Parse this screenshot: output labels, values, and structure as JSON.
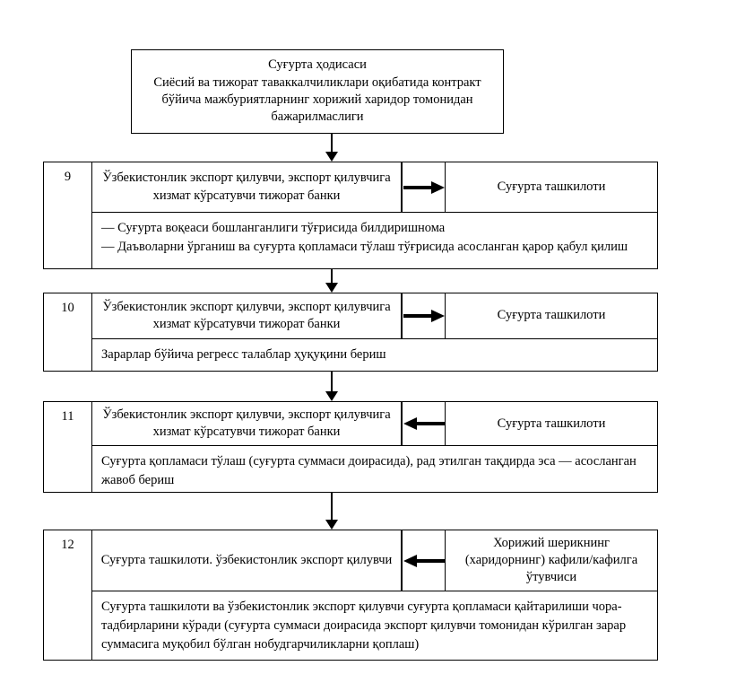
{
  "event_box": {
    "title": "Суғурта ҳодисаси",
    "description": "Сиёсий ва тижорат таваккалчиликлари оқибатида контракт бўйича мажбуриятларнинг хорижий харидор томонидан бажарилмаслиги"
  },
  "steps": [
    {
      "number": "9",
      "actor_left": "Ўзбекистонлик экспорт қилувчи, экспорт қилувчига хизмат кўрсатувчи тижорат банки",
      "arrow_direction": "right",
      "actor_right": "Суғурта ташкилоти",
      "description_lines": [
        "— Суғурта воқеаси бошланганлиги тўғрисида билдиришнома",
        "— Даъволарни ўрганиш ва суғурта қопламаси тўлаш тўғрисида асосланган қарор қабул қилиш"
      ]
    },
    {
      "number": "10",
      "actor_left": "Ўзбекистонлик экспорт қилувчи, экспорт қилувчига хизмат кўрсатувчи тижорат банки",
      "arrow_direction": "right",
      "actor_right": "Суғурта ташкилоти",
      "description_lines": [
        "Зарарлар бўйича регресс талаблар ҳуқуқини бериш"
      ]
    },
    {
      "number": "11",
      "actor_left": "Ўзбекистонлик экспорт қилувчи, экспорт қилувчига хизмат кўрсатувчи тижорат банки",
      "arrow_direction": "left",
      "actor_right": "Суғурта ташкилоти",
      "description_lines": [
        "Суғурта қопламаси тўлаш (суғурта суммаси доирасида), рад этилган тақдирда эса — асосланган жавоб бериш"
      ]
    },
    {
      "number": "12",
      "actor_left": "Суғурта ташкилоти. ўзбекистонлик экспорт қилувчи",
      "arrow_direction": "left",
      "actor_right": "Хорижий шерикнинг (харидорнинг) кафили/кафилга ўтувчиси",
      "description_lines": [
        "Суғурта ташкилоти ва ўзбекистонлик экспорт қилувчи суғурта қопламаси қайтарилиши чора-тадбирларини кўради (суғурта суммаси доирасида экспорт қилувчи томонидан кўрилган зарар суммасига муқобил бўлган нобудгарчиликларни қоплаш)"
      ]
    }
  ],
  "connectors": [
    {
      "from": "event-box",
      "to": "step-9",
      "direction": "down"
    },
    {
      "from": "step-9",
      "to": "step-10",
      "direction": "down"
    },
    {
      "from": "step-10",
      "to": "step-11",
      "direction": "down"
    },
    {
      "from": "step-11",
      "to": "step-12",
      "direction": "down"
    }
  ],
  "colors": {
    "stroke": "#000000",
    "background": "#ffffff",
    "text": "#000000"
  }
}
